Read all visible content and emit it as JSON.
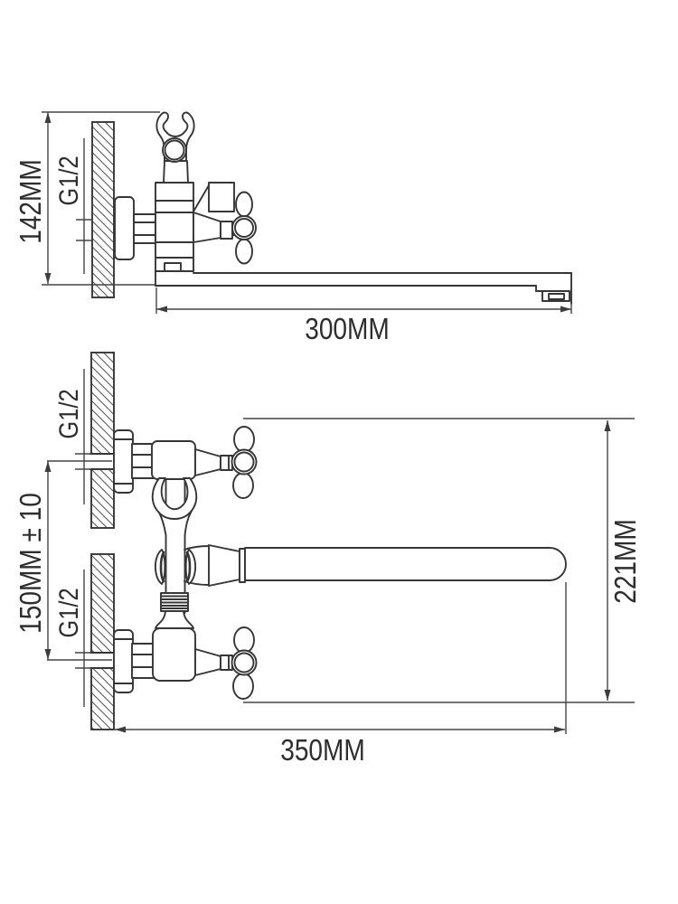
{
  "drawing": {
    "background": "#ffffff",
    "line_color": "#363636",
    "dim_color": "#444444",
    "side_view": {
      "height_dim": "142MM",
      "thread_dim": "G1/2",
      "spout_length_dim": "300MM"
    },
    "front_view": {
      "spacing_dim": "150MM ± 10",
      "thread_dim_upper": "G1/2",
      "thread_dim_lower": "G1/2",
      "height_dim": "221MM",
      "width_dim": "350MM"
    }
  }
}
